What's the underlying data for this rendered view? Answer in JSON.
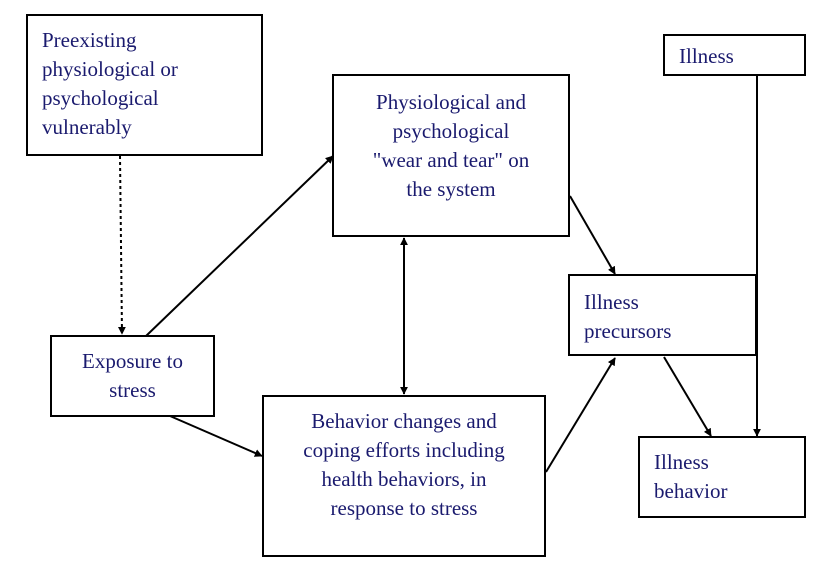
{
  "colors": {
    "text": "#1a1a6e",
    "stroke": "#000000",
    "background": "#ffffff"
  },
  "nodes": {
    "preexisting": [
      "Preexisting",
      "physiological or",
      "psychological",
      "vulnerably"
    ],
    "wear_tear": [
      "Physiological and",
      "psychological",
      "\"wear and tear\" on",
      "the system"
    ],
    "illness": [
      "Illness"
    ],
    "exposure": [
      "Exposure to",
      "stress"
    ],
    "behavior_changes": [
      "Behavior changes and",
      "coping efforts including",
      "health behaviors, in",
      "response to stress"
    ],
    "precursors": [
      "Illness",
      "precursors"
    ],
    "illness_behavior": [
      "Illness",
      "behavior"
    ]
  },
  "edges": [
    {
      "from": "preexisting",
      "to": "exposure",
      "style": "dotted"
    },
    {
      "from": "exposure",
      "to": "wear_tear",
      "style": "solid"
    },
    {
      "from": "exposure",
      "to": "behavior_changes",
      "style": "solid"
    },
    {
      "from": "wear_tear",
      "to": "behavior_changes",
      "style": "solid",
      "bidirectional": true
    },
    {
      "from": "wear_tear",
      "to": "precursors",
      "style": "solid"
    },
    {
      "from": "behavior_changes",
      "to": "precursors",
      "style": "solid"
    },
    {
      "from": "precursors",
      "to": "illness_behavior",
      "style": "solid"
    },
    {
      "from": "illness",
      "to": "illness_behavior",
      "style": "solid"
    }
  ]
}
